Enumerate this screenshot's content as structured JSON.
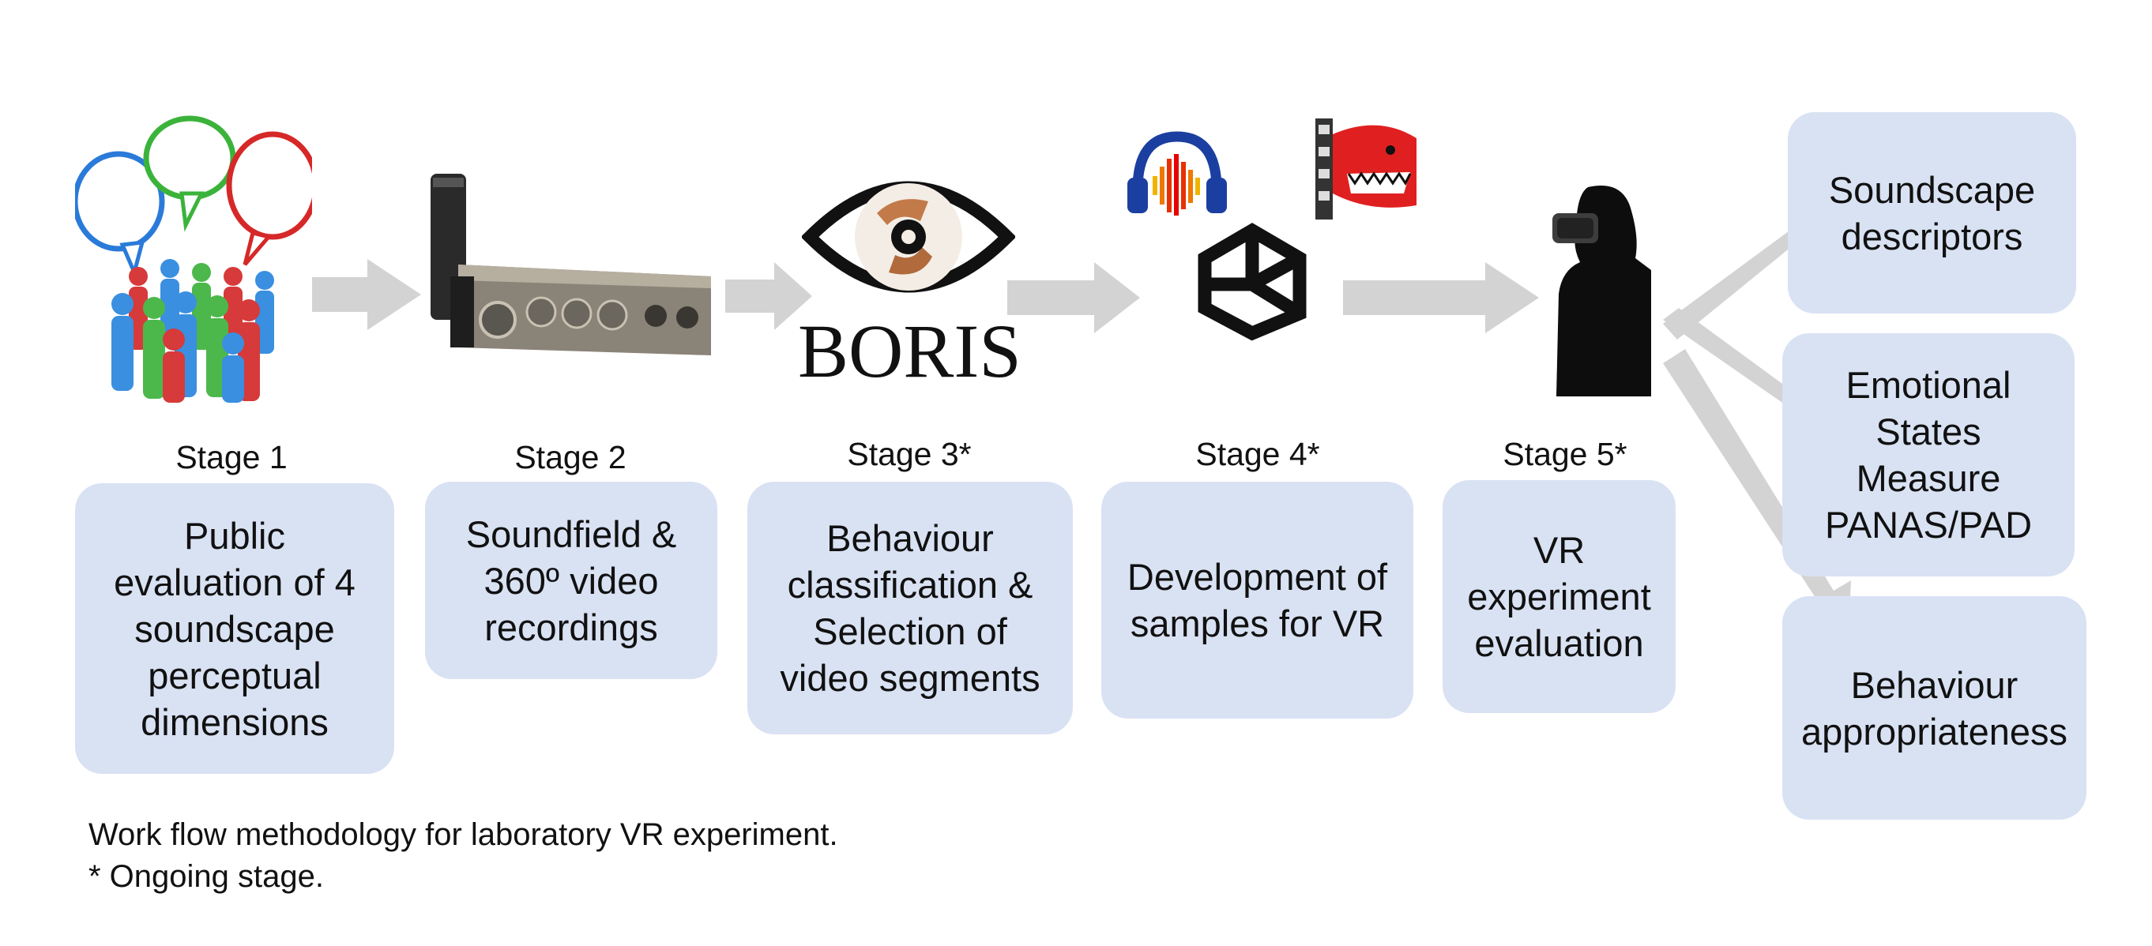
{
  "stages": [
    {
      "label": "Stage 1",
      "lines": [
        "Public",
        "evaluation of 4",
        "soundscape",
        "perceptual",
        "dimensions"
      ]
    },
    {
      "label": "Stage 2",
      "lines": [
        "Soundfield &",
        "360º video",
        "recordings"
      ]
    },
    {
      "label": "Stage 3*",
      "lines": [
        "Behaviour",
        "classification &",
        "Selection of",
        "video segments"
      ]
    },
    {
      "label": "Stage 4*",
      "lines": [
        "Development of",
        "samples for VR"
      ]
    },
    {
      "label": "Stage 5*",
      "lines": [
        "VR",
        "experiment",
        "evaluation"
      ]
    }
  ],
  "outputs": [
    {
      "lines": [
        "Soundscape",
        "descriptors"
      ]
    },
    {
      "lines": [
        "Emotional",
        "States",
        "Measure",
        "PANAS/PAD"
      ]
    },
    {
      "lines": [
        "Behaviour",
        "appropriateness"
      ]
    }
  ],
  "logo_text": "BORIS",
  "caption": {
    "line1": "Work flow methodology for laboratory VR experiment.",
    "line2": "* Ongoing stage."
  },
  "colors": {
    "box_fill": "#d9e2f3",
    "arrow_fill": "#d3d3d3"
  },
  "icons": [
    "people-speech-bubbles-icon",
    "audio-recorder-icon",
    "boris-eye-logo",
    "audacity-headphones-icon",
    "shark-video-icon",
    "unity-logo-icon",
    "vr-headset-person-icon"
  ]
}
